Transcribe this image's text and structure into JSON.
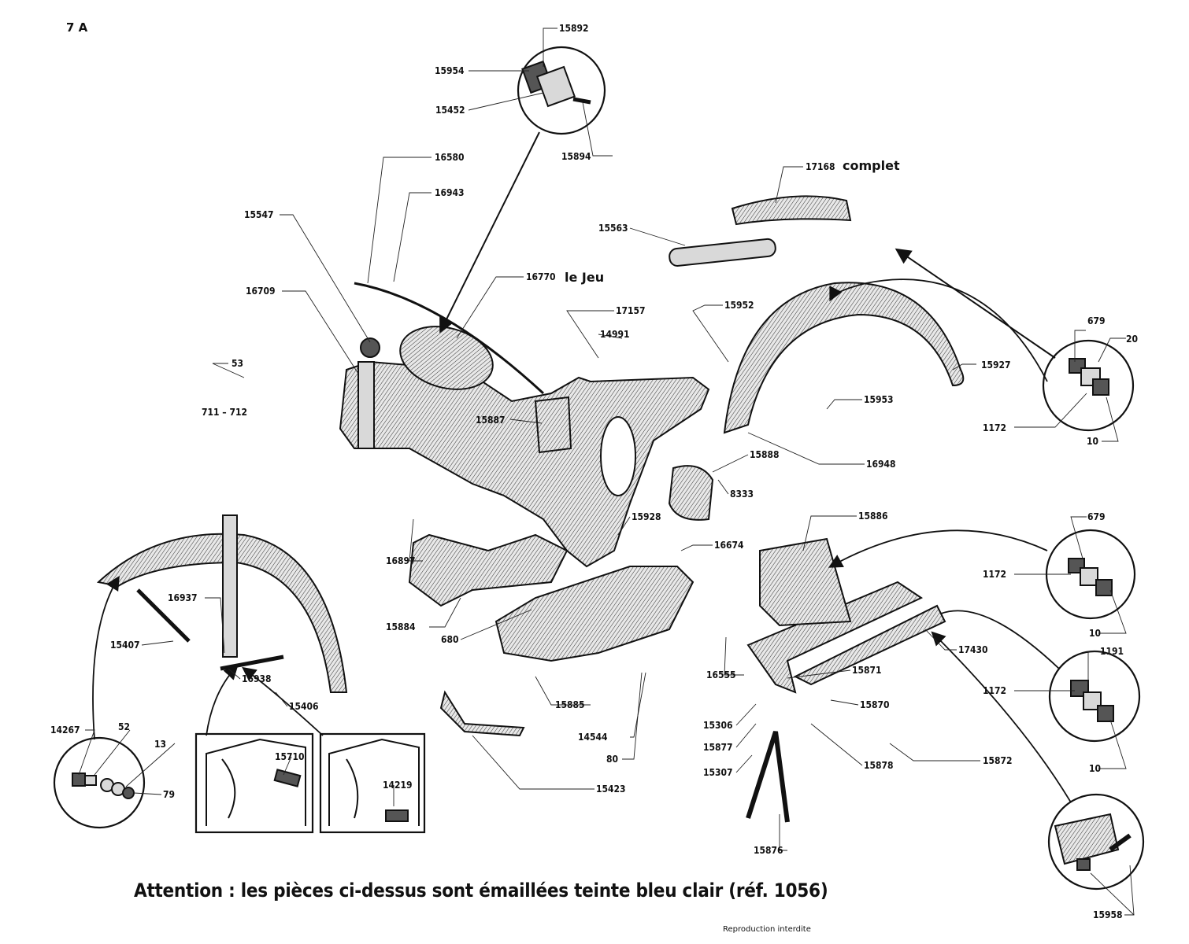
{
  "page_number": "7 A",
  "warning": "Attention : les pièces ci-dessus sont émaillées teinte bleu clair (réf. 1056)",
  "footer": "Reproduction interdite",
  "labels": {
    "p15892": "15892",
    "p15954": "15954",
    "p15452": "15452",
    "p15894": "15894",
    "p16580": "16580",
    "p16943": "16943",
    "p17168": "17168",
    "complet": "complet",
    "p15547": "15547",
    "p15563": "15563",
    "p16770": "16770",
    "le_jeu": "le Jeu",
    "p16709": "16709",
    "p17157": "17157",
    "p15952": "15952",
    "p14991": "14991",
    "p53": "53",
    "p711_712": "711 – 712",
    "p679a": "679",
    "p20": "20",
    "p15927": "15927",
    "p15887": "15887",
    "p15953": "15953",
    "p1172a": "1172",
    "p10a": "10",
    "p15888": "15888",
    "p16948": "16948",
    "p8333": "8333",
    "p15886": "15886",
    "p679b": "679",
    "p15928": "15928",
    "p16674": "16674",
    "p16897": "16897",
    "p1172b": "1172",
    "p16937": "16937",
    "p15407": "15407",
    "p15884": "15884",
    "p680": "680",
    "p10b": "10",
    "p17430": "17430",
    "p1191": "1191",
    "p16555": "16555",
    "p15871": "15871",
    "p1172c": "1172",
    "p16938": "16938",
    "p15406": "15406",
    "p15885": "15885",
    "p15870": "15870",
    "p15306": "15306",
    "p14267": "14267",
    "p52": "52",
    "p13": "13",
    "p15710": "15710",
    "p14544": "14544",
    "p15877": "15877",
    "p10c": "10",
    "p79": "79",
    "p14219": "14219",
    "p80": "80",
    "p15307": "15307",
    "p15878": "15878",
    "p15872": "15872",
    "p15423": "15423",
    "p15876": "15876",
    "p15958": "15958"
  }
}
